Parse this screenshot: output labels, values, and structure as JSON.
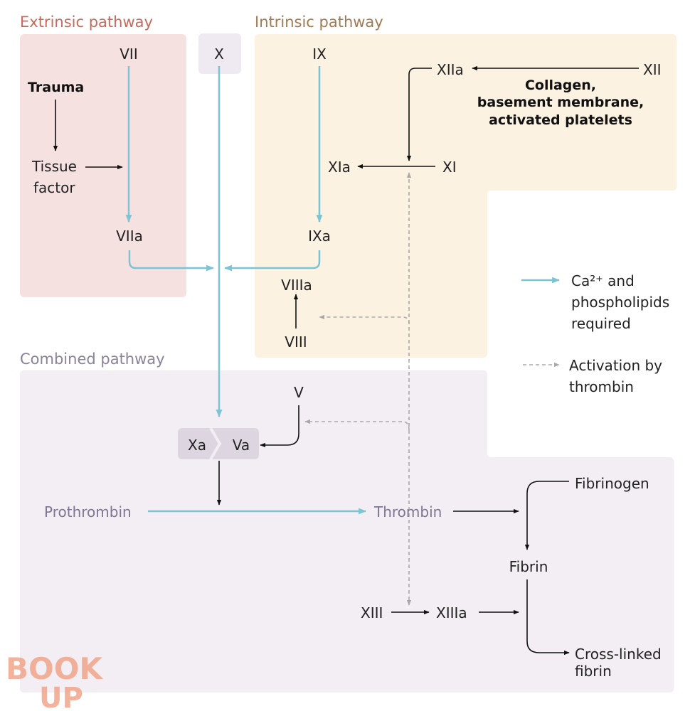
{
  "headers": {
    "extrinsic": "Extrinsic pathway",
    "intrinsic": "Intrinsic pathway",
    "combined": "Combined pathway"
  },
  "nodes": {
    "vii": "VII",
    "viia": "VIIa",
    "trauma": "Trauma",
    "tissue_factor_1": "Tissue",
    "tissue_factor_2": "factor",
    "x": "X",
    "ix": "IX",
    "ixa": "IXa",
    "xiia": "XIIa",
    "xii": "XII",
    "collagen_1": "Collagen,",
    "collagen_2": "basement membrane,",
    "collagen_3": "activated platelets",
    "xia": "XIa",
    "xi": "XI",
    "viiia": "VIIIa",
    "viii": "VIII",
    "v": "V",
    "xa": "Xa",
    "va": "Va",
    "prothrombin": "Prothrombin",
    "thrombin": "Thrombin",
    "fibrinogen": "Fibrinogen",
    "fibrin": "Fibrin",
    "xiii": "XIII",
    "xiiia": "XIIIa",
    "crosslinked_1": "Cross-linked",
    "crosslinked_2": "fibrin"
  },
  "legend": {
    "ca_1": "Ca²⁺ and",
    "ca_2": "phospholipids",
    "ca_3": "required",
    "thrombin_1": "Activation by",
    "thrombin_2": "thrombin"
  },
  "watermark": {
    "line1": "BOOK",
    "line2": "UP"
  },
  "colors": {
    "extrinsic_bg": "#f6e1e1",
    "intrinsic_bg": "#fcf2e2",
    "combined_bg": "#f2eef4",
    "ca_arrow": "#7ec3d4",
    "thrombin_arrow": "#a9a9a9",
    "xa_va_box": "#ddd6e0"
  }
}
